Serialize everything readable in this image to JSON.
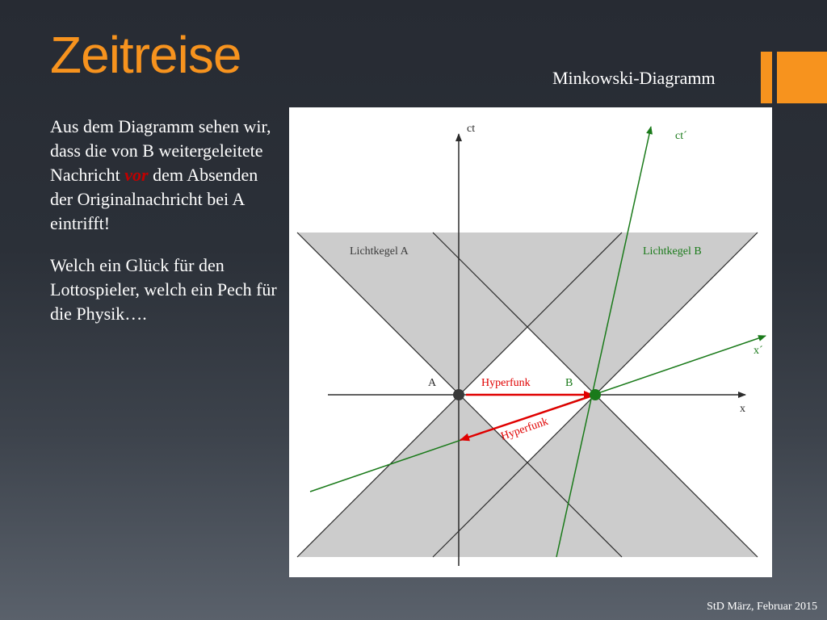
{
  "title": "Zeitreise",
  "subtitle": "Minkowski-Diagramm",
  "paragraph1": {
    "before": "Aus dem Diagramm sehen wir, dass die von B weitergeleitete Nachricht",
    "emph": "vor",
    "after": "dem Absenden der Originalnachricht bei A eintrifft!"
  },
  "paragraph2": "Welch ein Glück für den Lottospieler, welch ein Pech für die Physik….",
  "footer": "StD März, Februar 2015",
  "accent_color": "#f7931e",
  "diagram": {
    "labels": {
      "ct": "ct",
      "ct_prime": "ct´",
      "x": "x",
      "x_prime": "x´",
      "lightcone_a": "Lichtkegel A",
      "lightcone_b": "Lichtkegel B",
      "event_a": "A",
      "event_b": "B",
      "hyperfunk_1": "Hyperfunk",
      "hyperfunk_2": "Hyperfunk"
    },
    "colors": {
      "cone_fill": "#cccccc",
      "axis": "#2b2b2b",
      "moving_frame": "#1a7a1a",
      "signal": "#e00000"
    }
  }
}
